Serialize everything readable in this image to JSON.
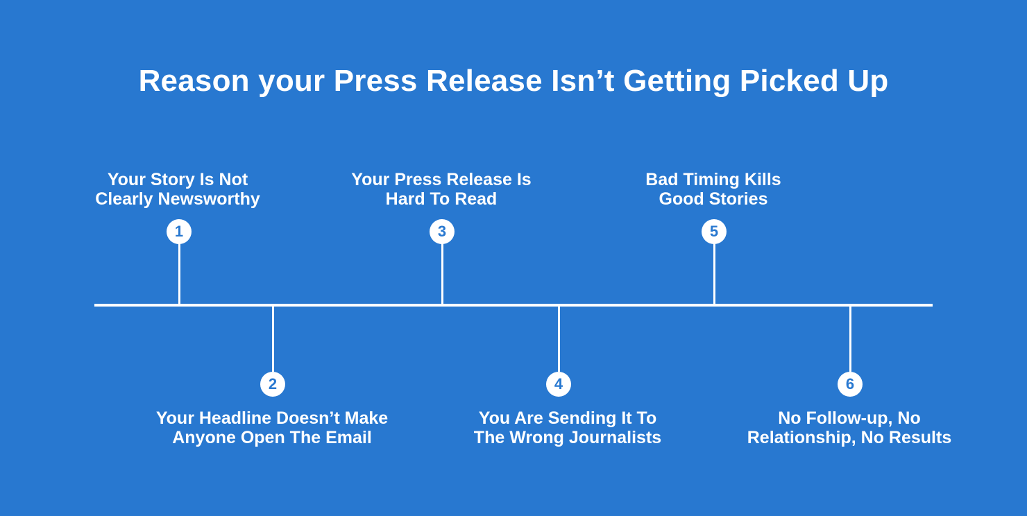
{
  "title": "Reason your Press Release Isn’t Getting Picked Up",
  "colors": {
    "background": "#2878d0",
    "foreground": "#ffffff"
  },
  "items": [
    {
      "number": "1",
      "text": "Your Story Is Not\nClearly Newsworthy",
      "side": "above"
    },
    {
      "number": "2",
      "text": "Your Headline Doesn’t Make\nAnyone Open The Email",
      "side": "below"
    },
    {
      "number": "3",
      "text": "Your Press Release Is\nHard To Read",
      "side": "above"
    },
    {
      "number": "4",
      "text": "You Are Sending It To\nThe Wrong Journalists",
      "side": "below"
    },
    {
      "number": "5",
      "text": "Bad Timing Kills\nGood Stories",
      "side": "above"
    },
    {
      "number": "6",
      "text": "No Follow-up, No\nRelationship, No Results",
      "side": "below"
    }
  ]
}
